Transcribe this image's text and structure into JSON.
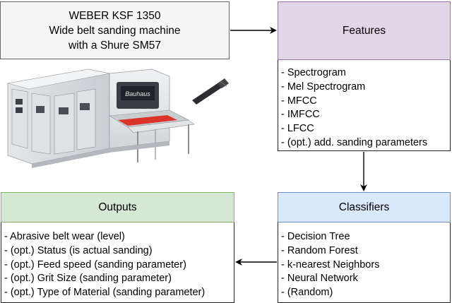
{
  "machine": {
    "lines": [
      "WEBER KSF 1350",
      "Wide belt sanding machine",
      "with a Shure SM57"
    ],
    "machine_brand_on_picture": "Bauhaus"
  },
  "features": {
    "title": "Features",
    "items": [
      "- Spectrogram",
      "- Mel Spectrogram",
      "- MFCC",
      "- IMFCC",
      "- LFCC",
      "- (opt.) add. sanding parameters"
    ]
  },
  "classifiers": {
    "title": "Classifiers",
    "items": [
      "- Decision Tree",
      "- Random Forest",
      "- k-nearest Neighbors",
      "- Neural Network",
      "- (Random)"
    ]
  },
  "outputs": {
    "title": "Outputs",
    "items": [
      "- Abrasive belt wear (level)",
      "- (opt.) Status (is actual sanding)",
      "- (opt.) Feed speed (sanding parameter)",
      "- (opt.) Grit Size (sanding parameter)",
      "- (opt.) Type of Material (sanding parameter)"
    ]
  },
  "colors": {
    "machine_fill": "#f5f5f5",
    "features_fill": "#e1d5e7",
    "classifiers_fill": "#dae8fc",
    "outputs_fill": "#d5e8d4"
  }
}
